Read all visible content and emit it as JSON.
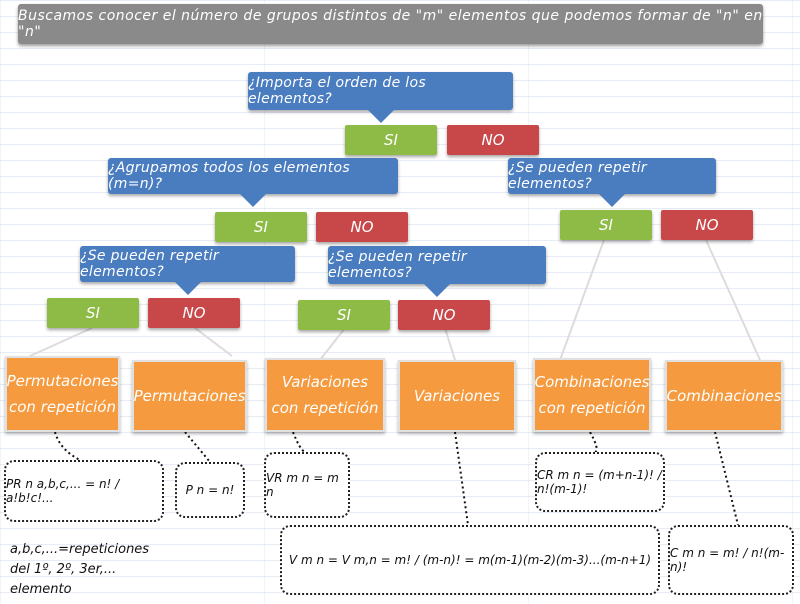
{
  "header": "Buscamos conocer el número de grupos distintos de \"m\" elementos que podemos formar de \"n\" en \"n\"",
  "questions": {
    "q1": "¿Importa el orden de los elementos?",
    "q2": "¿Agrupamos todos los elementos (m=n)?",
    "q3": "¿Se pueden repetir elementos?",
    "q4": "¿Se pueden repetir elementos?",
    "q5": "¿Se pueden repetir elementos?"
  },
  "answers": {
    "yes": "SI",
    "no": "NO"
  },
  "results": {
    "r1": "Permutaciones con repetición",
    "r2": "Permutaciones",
    "r3": "Variaciones con repetición",
    "r4": "Variaciones",
    "r5": "Combinaciones con repetición",
    "r6": "Combinaciones"
  },
  "formulas": {
    "f1": "PR n a,b,c,... = n! / a!b!c!...",
    "f2": "P n = n!",
    "f3": "VR m n = m n",
    "f4": "V m n = V m,n = m! / (m-n)! = m(m-1)(m-2)(m-3)...(m-n+1)",
    "f5": "CR m n = (m+n-1)! / n!(m-1)!",
    "f6": "C m n = m! / n!(m-n)!"
  },
  "note": {
    "line1": "a,b,c,...=repeticiones",
    "line2": "del 1º, 2º, 3er,... elemento"
  },
  "colors": {
    "header": "#8a8a8a",
    "question": "#4a7cc0",
    "yes": "#8dbb46",
    "no": "#c8484a",
    "result": "#f59a3e"
  }
}
